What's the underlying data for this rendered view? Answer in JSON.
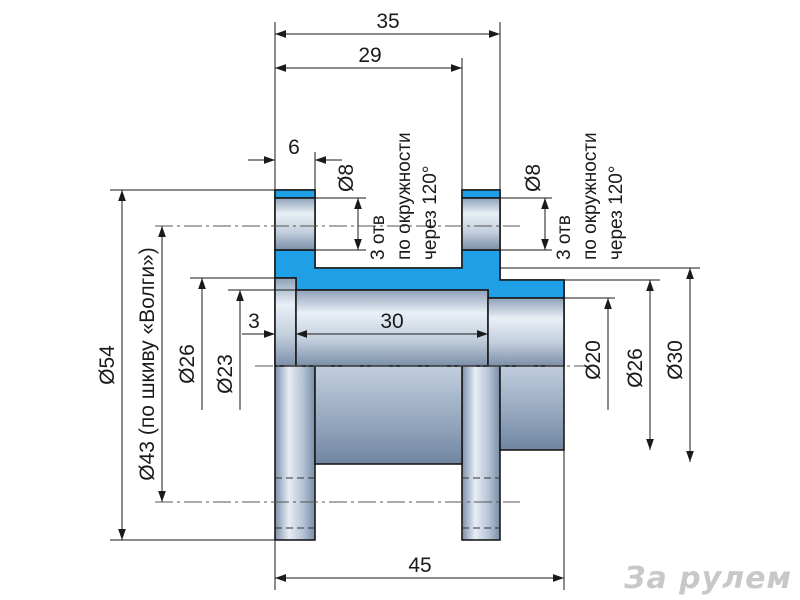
{
  "drawing": {
    "dimensions": {
      "overall_width_top": "35",
      "inner_width_top": "29",
      "flange_width": "6",
      "hole_dia_left": "Ø8",
      "hole_dia_right": "Ø8",
      "bore_step": "3",
      "bore_length": "30",
      "overall_length_bottom": "45",
      "flange_dia": "Ø54",
      "pulley_dia": "Ø43 (по шкиву «Волги»)",
      "left_bore_outer": "Ø26",
      "left_bore_inner": "Ø23",
      "right_bore_small": "Ø20",
      "right_bore_mid": "Ø26",
      "right_hub_outer": "Ø30"
    },
    "notes": {
      "left": {
        "line1": "3 отв",
        "line2": "по окружности",
        "line3": "через 120°"
      },
      "right": {
        "line1": "3 отв",
        "line2": "по окружности",
        "line3": "через 120°"
      }
    },
    "colors": {
      "section": "#1f9fe6",
      "steel_light": "#e8eef5",
      "steel_mid": "#b7c6d8",
      "steel_dark": "#6f85a1"
    }
  },
  "logo": {
    "text": "За рулем"
  }
}
